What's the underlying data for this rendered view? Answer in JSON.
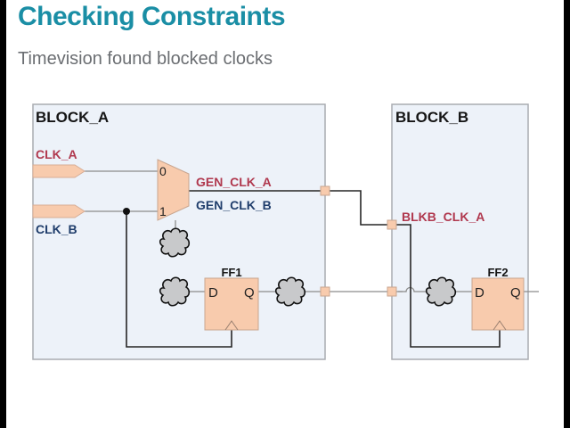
{
  "slide": {
    "title": "Checking Constraints",
    "subtitle": "Timevision found blocked clocks"
  },
  "diagram": {
    "blocks": [
      {
        "id": "block_a",
        "label": "BLOCK_A"
      },
      {
        "id": "block_b",
        "label": "BLOCK_B"
      }
    ],
    "inputs": [
      {
        "id": "clk_a",
        "label": "CLK_A",
        "color": "#b0384e"
      },
      {
        "id": "clk_b",
        "label": "CLK_B",
        "color": "#1f3d6b"
      }
    ],
    "mux": {
      "input_0": "0",
      "input_1": "1",
      "output_labels": [
        {
          "text": "GEN_CLK_A",
          "color": "#b0384e"
        },
        {
          "text": "GEN_CLK_B",
          "color": "#1f3d6b"
        }
      ]
    },
    "flip_flops": [
      {
        "id": "ff1",
        "label": "FF1",
        "d": "D",
        "q": "Q"
      },
      {
        "id": "ff2",
        "label": "FF2",
        "d": "D",
        "q": "Q"
      }
    ],
    "nets": [
      {
        "id": "blkb_clk_a",
        "label": "BLKB_CLK_A",
        "color": "#b0384e"
      }
    ],
    "colors": {
      "title": "#1a8ea5",
      "block_fill": "#edf2f9",
      "block_border": "#a9acb1",
      "component_fill": "#f8cbad",
      "component_border": "#c9a690",
      "cloud_fill": "#c8c9cb",
      "wire": "#8c8c8c",
      "clock_wire": "#262626"
    }
  }
}
